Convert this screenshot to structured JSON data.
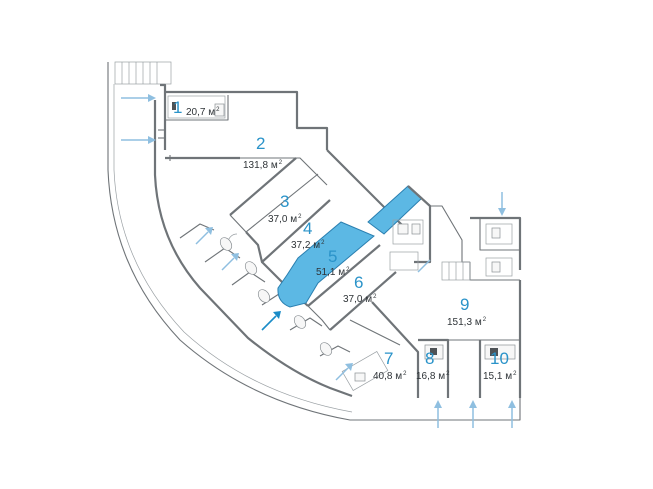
{
  "plan": {
    "colors": {
      "wall": "#6f7478",
      "room_number": "#2a93c9",
      "area_text": "#2f3438",
      "highlight_fill": "#5cb8e4",
      "entrance_arrow": "#8fbfe0",
      "main_entrance_arrow": "#1b8cc7"
    },
    "highlighted_room": "5",
    "unit": "м",
    "unit_power": "2",
    "rooms": [
      {
        "number": "1",
        "area": "20,7"
      },
      {
        "number": "2",
        "area": "131,8"
      },
      {
        "number": "3",
        "area": "37,0"
      },
      {
        "number": "4",
        "area": "37,2"
      },
      {
        "number": "5",
        "area": "51,1"
      },
      {
        "number": "6",
        "area": "37,0"
      },
      {
        "number": "7",
        "area": "40,8"
      },
      {
        "number": "8",
        "area": "16,8"
      },
      {
        "number": "9",
        "area": "151,3"
      },
      {
        "number": "10",
        "area": "15,1"
      }
    ]
  }
}
